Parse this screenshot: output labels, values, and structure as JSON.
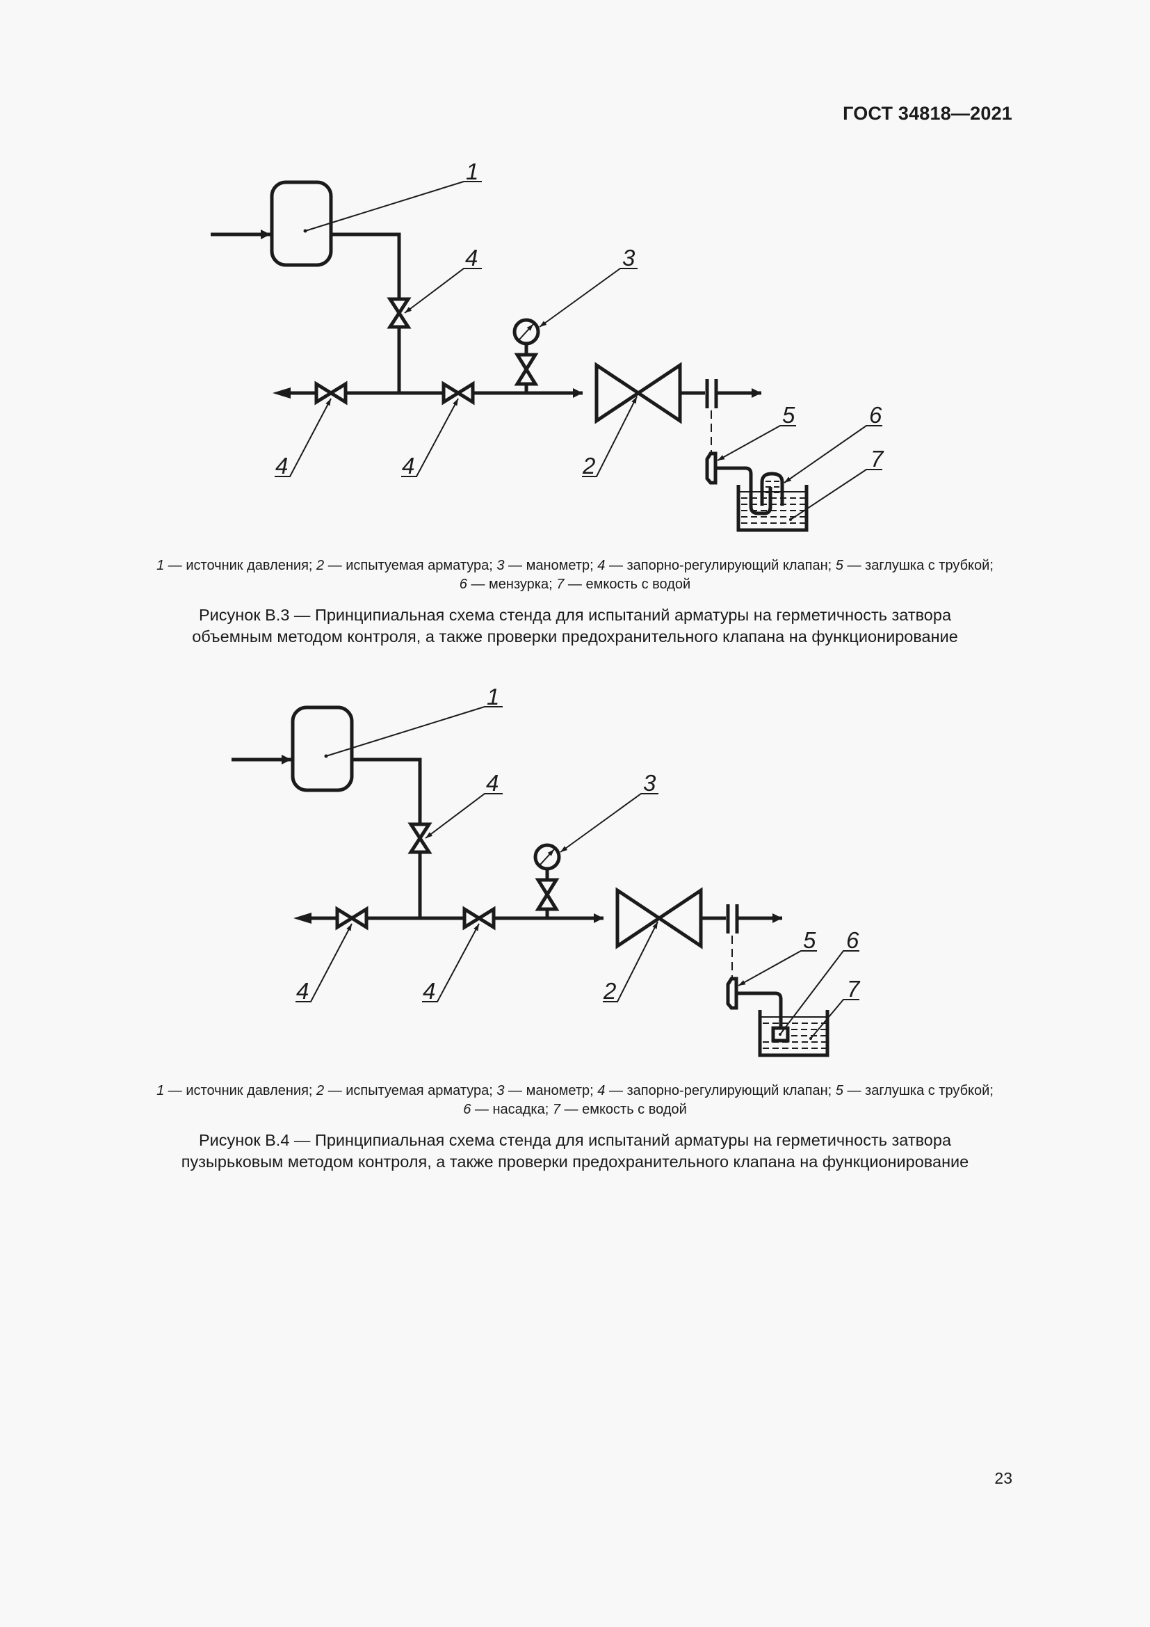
{
  "header": {
    "standard": "ГОСТ 34818—2021"
  },
  "figures": [
    {
      "id": "B.3",
      "labels": [
        "1",
        "2",
        "3",
        "4",
        "5",
        "6",
        "7"
      ],
      "legend": {
        "line1": [
          {
            "num": "1",
            "text": " — источник давления; "
          },
          {
            "num": "2",
            "text": " — испытуемая арматура; "
          },
          {
            "num": "3",
            "text": " — манометр; "
          },
          {
            "num": "4",
            "text": " — запорно-регулирующий клапан; "
          },
          {
            "num": "5",
            "text": " — заглушка с трубкой;"
          }
        ],
        "line2": [
          {
            "num": "6",
            "text": " — мензурка; "
          },
          {
            "num": "7",
            "text": " — емкость с водой"
          }
        ]
      },
      "caption_line1": "Рисунок В.3 — Принципиальная схема стенда для испытаний арматуры на герметичность затвора",
      "caption_line2": "объемным методом контроля, а также проверки предохранительного клапана на функционирование"
    },
    {
      "id": "B.4",
      "labels": [
        "1",
        "2",
        "3",
        "4",
        "5",
        "6",
        "7"
      ],
      "legend": {
        "line1": [
          {
            "num": "1",
            "text": " — источник давления; "
          },
          {
            "num": "2",
            "text": " — испытуемая арматура; "
          },
          {
            "num": "3",
            "text": " — манометр; "
          },
          {
            "num": "4",
            "text": " — запорно-регулирующий клапан; "
          },
          {
            "num": "5",
            "text": " — заглушка с трубкой;"
          }
        ],
        "line2": [
          {
            "num": "6",
            "text": " — насадка; "
          },
          {
            "num": "7",
            "text": " — емкость с водой"
          }
        ]
      },
      "caption_line1": "Рисунок В.4 — Принципиальная схема стенда для испытаний арматуры на герметичность затвора",
      "caption_line2": "пузырьковым методом контроля, а также проверки предохранительного клапана на функционирование"
    }
  ],
  "footer": {
    "page_number": "23"
  }
}
